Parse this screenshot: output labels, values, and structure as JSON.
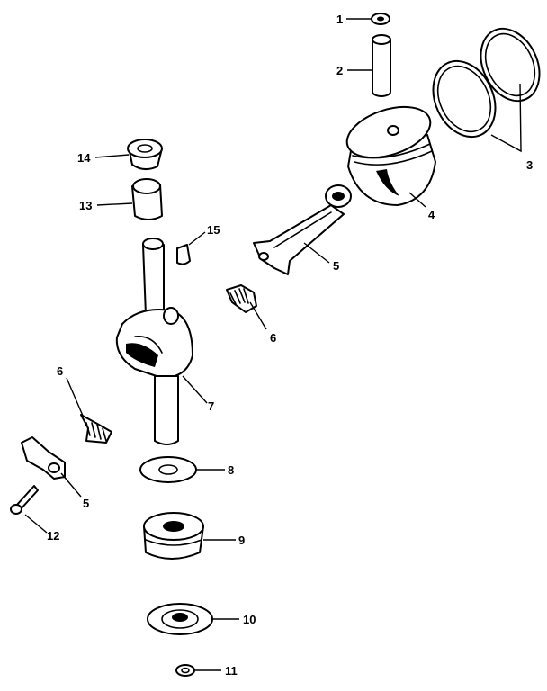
{
  "diagram": {
    "callouts": {
      "c1": "1",
      "c2": "2",
      "c3": "3",
      "c4": "4",
      "c5a": "5",
      "c5b": "5",
      "c6a": "6",
      "c6b": "6",
      "c7": "7",
      "c8": "8",
      "c9": "9",
      "c10": "10",
      "c11": "11",
      "c12": "12",
      "c13": "13",
      "c14": "14",
      "c15": "15"
    }
  }
}
